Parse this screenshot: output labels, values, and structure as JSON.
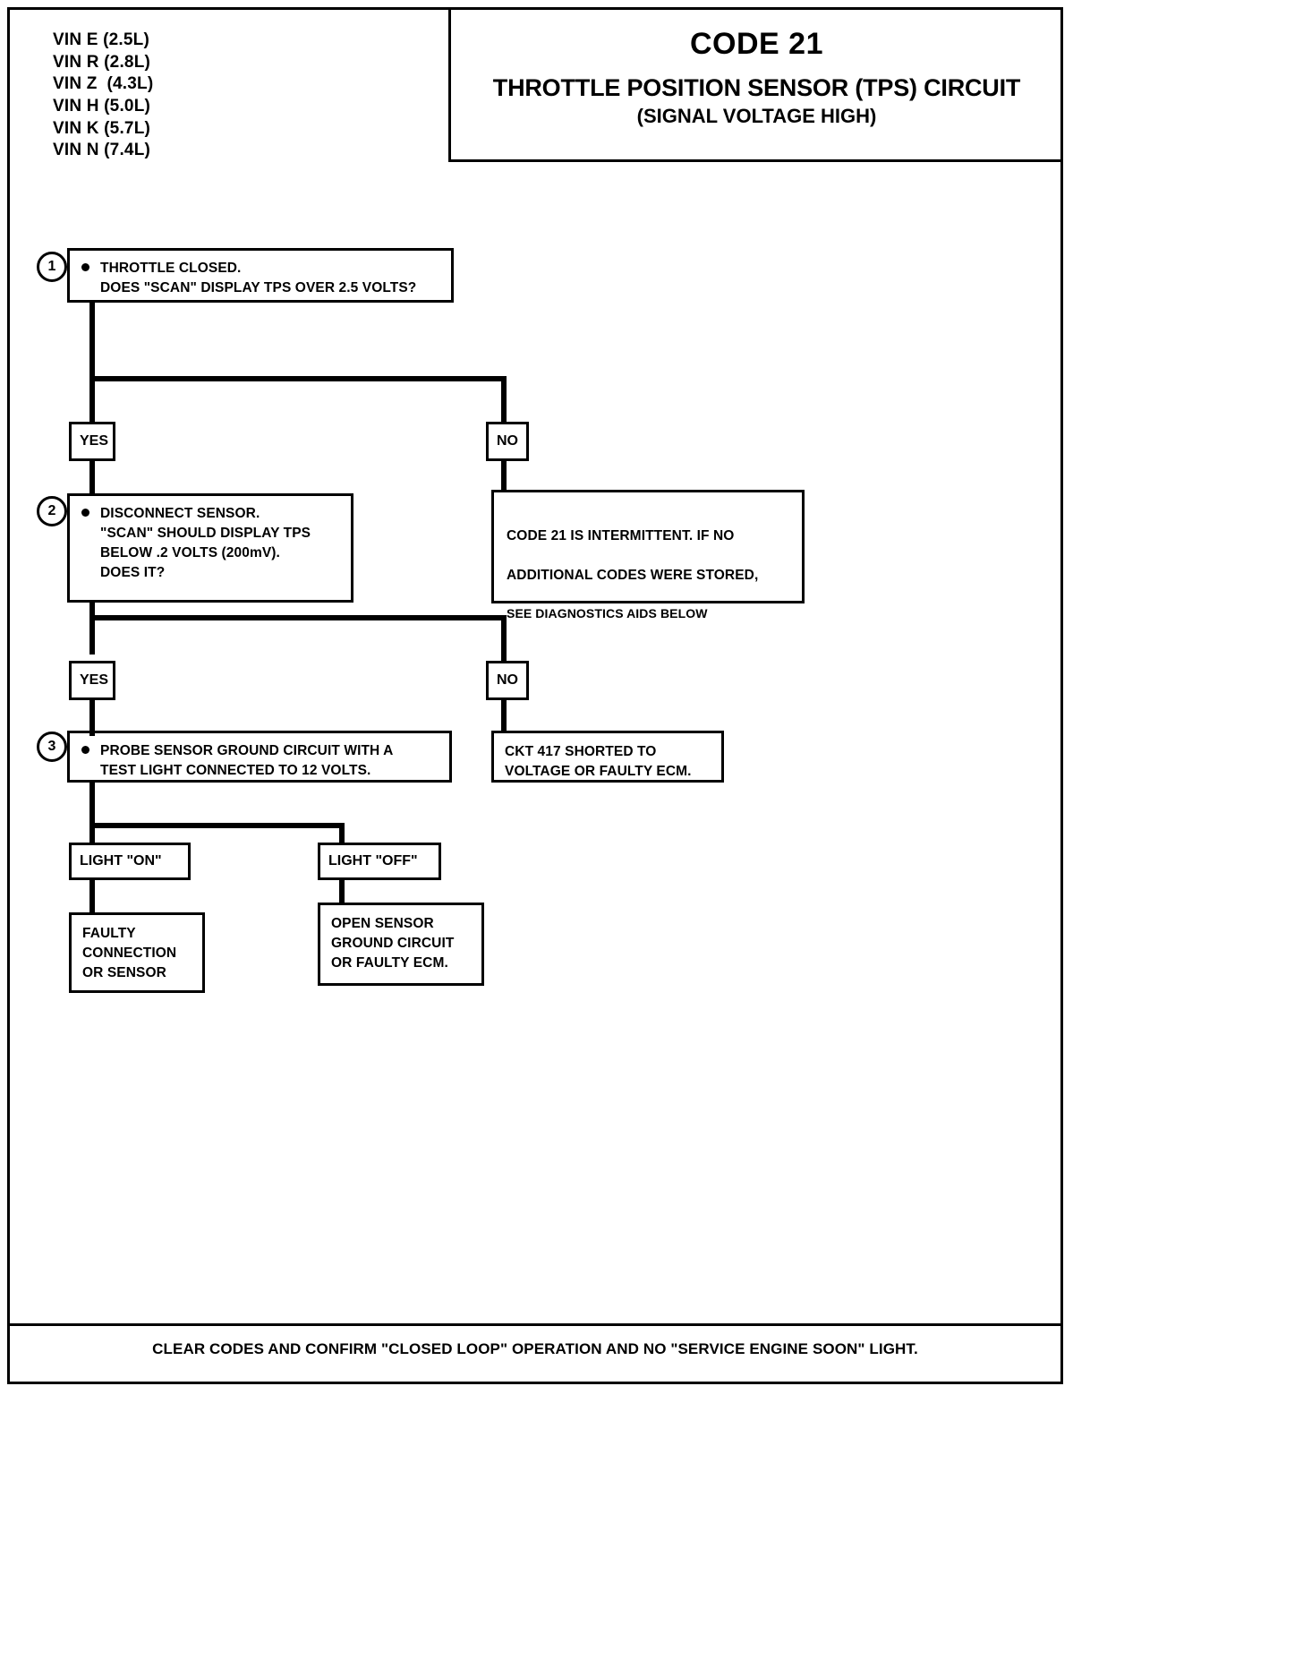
{
  "header": {
    "vin_lines": "VIN E (2.5L)\nVIN R (2.8L)\nVIN Z  (4.3L)\nVIN H (5.0L)\nVIN K (5.7L)\nVIN N (7.4L)",
    "code_title": "CODE 21",
    "main_title": "THROTTLE POSITION SENSOR (TPS) CIRCUIT",
    "sub_title": "(SIGNAL VOLTAGE HIGH)"
  },
  "steps": [
    {
      "number": "1",
      "text": "THROTTLE CLOSED.\nDOES \"SCAN\" DISPLAY TPS OVER 2.5 VOLTS?"
    },
    {
      "number": "2",
      "text": "DISCONNECT SENSOR.\n\"SCAN\" SHOULD DISPLAY TPS\nBELOW  .2 VOLTS (200mV).\nDOES IT?"
    },
    {
      "number": "3",
      "text": "PROBE SENSOR GROUND CIRCUIT WITH A\nTEST LIGHT CONNECTED TO 12 VOLTS."
    }
  ],
  "branch_labels": {
    "yes1": "YES",
    "no1": "NO",
    "yes2": "YES",
    "no2": "NO",
    "light_on": "LIGHT \"ON\"",
    "light_off": "LIGHT \"OFF\""
  },
  "results": {
    "intermittent_line1": "CODE 21 IS INTERMITTENT.  IF NO",
    "intermittent_line2": "ADDITIONAL CODES WERE STORED,",
    "intermittent_line3": "SEE DIAGNOSTICS AIDS BELOW",
    "ckt417": "CKT 417 SHORTED TO\nVOLTAGE OR FAULTY ECM.",
    "faulty_connection": "FAULTY\nCONNECTION\nOR  SENSOR",
    "open_ground": "OPEN SENSOR\nGROUND CIRCUIT\nOR FAULTY ECM."
  },
  "footer": {
    "text": "CLEAR CODES AND CONFIRM \"CLOSED LOOP\"  OPERATION AND NO \"SERVICE ENGINE SOON\" LIGHT."
  }
}
